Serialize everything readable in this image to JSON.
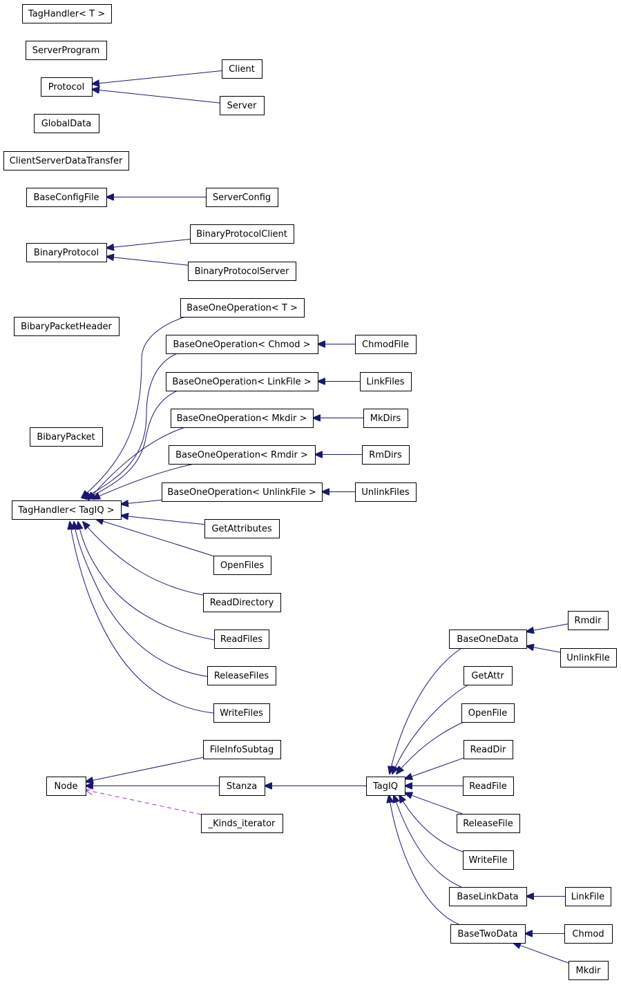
{
  "diagram": {
    "colors": {
      "inheritance_edge": "#191970",
      "usage_edge": "#9a32cd",
      "node_border": "#000000",
      "node_fill": "#ffffff"
    },
    "nodes": [
      {
        "id": "taghandler_t",
        "label": "TagHandler< T >"
      },
      {
        "id": "serverprogram",
        "label": "ServerProgram"
      },
      {
        "id": "protocol",
        "label": "Protocol"
      },
      {
        "id": "client",
        "label": "Client"
      },
      {
        "id": "server",
        "label": "Server"
      },
      {
        "id": "globaldata",
        "label": "GlobalData"
      },
      {
        "id": "clientserverdatatransfer",
        "label": "ClientServerDataTransfer"
      },
      {
        "id": "baseconfigfile",
        "label": "BaseConfigFile"
      },
      {
        "id": "serverconfig",
        "label": "ServerConfig"
      },
      {
        "id": "binaryprotocol",
        "label": "BinaryProtocol"
      },
      {
        "id": "binaryprotocolclient",
        "label": "BinaryProtocolClient"
      },
      {
        "id": "binaryprotocolserver",
        "label": "BinaryProtocolServer"
      },
      {
        "id": "bibarypacketheader",
        "label": "BibaryPacketHeader"
      },
      {
        "id": "baseoneop_t",
        "label": "BaseOneOperation< T >"
      },
      {
        "id": "baseoneop_chmod",
        "label": "BaseOneOperation< Chmod >"
      },
      {
        "id": "chmodfile",
        "label": "ChmodFile"
      },
      {
        "id": "baseoneop_linkfile",
        "label": "BaseOneOperation< LinkFile >"
      },
      {
        "id": "linkfiles",
        "label": "LinkFiles"
      },
      {
        "id": "baseoneop_mkdir",
        "label": "BaseOneOperation< Mkdir >"
      },
      {
        "id": "mkdirs",
        "label": "MkDirs"
      },
      {
        "id": "bibarypacket",
        "label": "BibaryPacket"
      },
      {
        "id": "baseoneop_rmdir",
        "label": "BaseOneOperation< Rmdir >"
      },
      {
        "id": "rmdirs",
        "label": "RmDirs"
      },
      {
        "id": "baseoneop_unlinkfile",
        "label": "BaseOneOperation< UnlinkFile >"
      },
      {
        "id": "unlinkfiles",
        "label": "UnlinkFiles"
      },
      {
        "id": "taghandler_tagiq",
        "label": "TagHandler< TagIQ >"
      },
      {
        "id": "getattributes",
        "label": "GetAttributes"
      },
      {
        "id": "openfiles",
        "label": "OpenFiles"
      },
      {
        "id": "readdirectory",
        "label": "ReadDirectory"
      },
      {
        "id": "readfiles",
        "label": "ReadFiles"
      },
      {
        "id": "releasefiles",
        "label": "ReleaseFiles"
      },
      {
        "id": "writefiles",
        "label": "WriteFiles"
      },
      {
        "id": "fileinfosubtag",
        "label": "FileInfoSubtag"
      },
      {
        "id": "node",
        "label": "Node"
      },
      {
        "id": "stanza",
        "label": "Stanza"
      },
      {
        "id": "kinds_iterator",
        "label": "_Kinds_iterator"
      },
      {
        "id": "tagiq",
        "label": "TagIQ"
      },
      {
        "id": "baseonedata",
        "label": "BaseOneData"
      },
      {
        "id": "rmdir",
        "label": "Rmdir"
      },
      {
        "id": "unlinkfile",
        "label": "UnlinkFile"
      },
      {
        "id": "getattr",
        "label": "GetAttr"
      },
      {
        "id": "openfile",
        "label": "OpenFile"
      },
      {
        "id": "readdir",
        "label": "ReadDir"
      },
      {
        "id": "readfile",
        "label": "ReadFile"
      },
      {
        "id": "releasefile",
        "label": "ReleaseFile"
      },
      {
        "id": "writefile",
        "label": "WriteFile"
      },
      {
        "id": "baselinkdata",
        "label": "BaseLinkData"
      },
      {
        "id": "linkfile",
        "label": "LinkFile"
      },
      {
        "id": "basetwodata",
        "label": "BaseTwoData"
      },
      {
        "id": "chmod",
        "label": "Chmod"
      },
      {
        "id": "mkdir",
        "label": "Mkdir"
      }
    ],
    "edges": [
      {
        "from": "client",
        "to": "protocol"
      },
      {
        "from": "server",
        "to": "protocol"
      },
      {
        "from": "serverconfig",
        "to": "baseconfigfile"
      },
      {
        "from": "binaryprotocolclient",
        "to": "binaryprotocol"
      },
      {
        "from": "binaryprotocolserver",
        "to": "binaryprotocol"
      },
      {
        "from": "chmodfile",
        "to": "baseoneop_chmod"
      },
      {
        "from": "linkfiles",
        "to": "baseoneop_linkfile"
      },
      {
        "from": "mkdirs",
        "to": "baseoneop_mkdir"
      },
      {
        "from": "rmdirs",
        "to": "baseoneop_rmdir"
      },
      {
        "from": "unlinkfiles",
        "to": "baseoneop_unlinkfile"
      },
      {
        "from": "baseoneop_t",
        "to": "taghandler_tagiq"
      },
      {
        "from": "baseoneop_chmod",
        "to": "taghandler_tagiq"
      },
      {
        "from": "baseoneop_linkfile",
        "to": "taghandler_tagiq"
      },
      {
        "from": "baseoneop_mkdir",
        "to": "taghandler_tagiq"
      },
      {
        "from": "baseoneop_rmdir",
        "to": "taghandler_tagiq"
      },
      {
        "from": "baseoneop_unlinkfile",
        "to": "taghandler_tagiq"
      },
      {
        "from": "getattributes",
        "to": "taghandler_tagiq"
      },
      {
        "from": "openfiles",
        "to": "taghandler_tagiq"
      },
      {
        "from": "readdirectory",
        "to": "taghandler_tagiq"
      },
      {
        "from": "readfiles",
        "to": "taghandler_tagiq"
      },
      {
        "from": "releasefiles",
        "to": "taghandler_tagiq"
      },
      {
        "from": "writefiles",
        "to": "taghandler_tagiq"
      },
      {
        "from": "fileinfosubtag",
        "to": "node"
      },
      {
        "from": "stanza",
        "to": "node"
      },
      {
        "from": "kinds_iterator",
        "to": "node",
        "style": "dashed"
      },
      {
        "from": "tagiq",
        "to": "stanza"
      },
      {
        "from": "baseonedata",
        "to": "tagiq"
      },
      {
        "from": "getattr",
        "to": "tagiq"
      },
      {
        "from": "openfile",
        "to": "tagiq"
      },
      {
        "from": "readdir",
        "to": "tagiq"
      },
      {
        "from": "readfile",
        "to": "tagiq"
      },
      {
        "from": "releasefile",
        "to": "tagiq"
      },
      {
        "from": "writefile",
        "to": "tagiq"
      },
      {
        "from": "baselinkdata",
        "to": "tagiq"
      },
      {
        "from": "basetwodata",
        "to": "tagiq"
      },
      {
        "from": "rmdir",
        "to": "baseonedata"
      },
      {
        "from": "unlinkfile",
        "to": "baseonedata"
      },
      {
        "from": "linkfile",
        "to": "baselinkdata"
      },
      {
        "from": "chmod",
        "to": "basetwodata"
      },
      {
        "from": "mkdir",
        "to": "basetwodata"
      }
    ]
  }
}
